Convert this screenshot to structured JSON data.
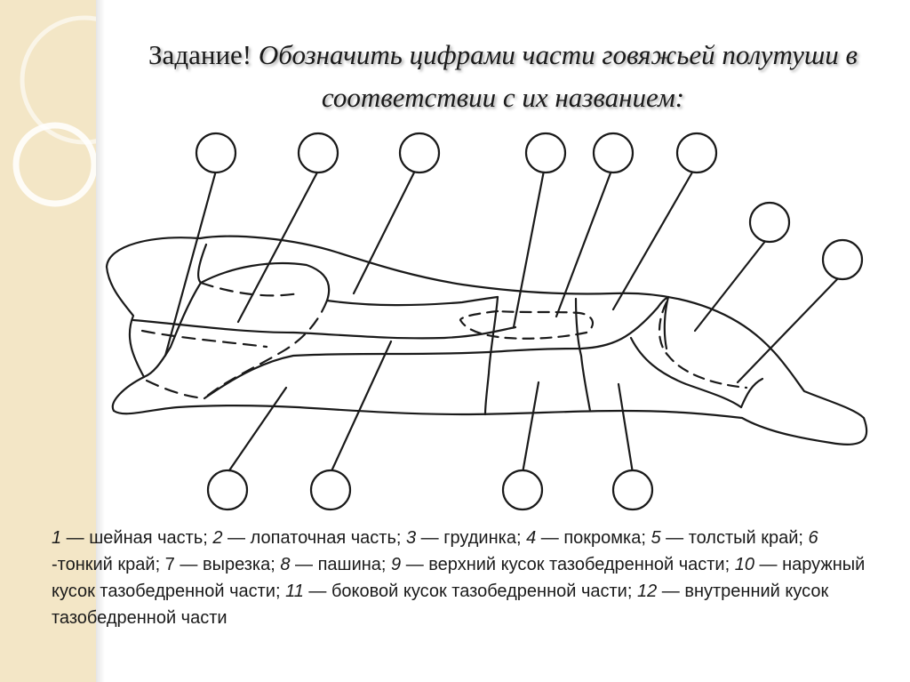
{
  "title": {
    "label": "Задание!",
    "text": "Обозначить цифрами  части говяжьей полутуши в соответствии с их названием:"
  },
  "legend": [
    {
      "num": "1",
      "name": " — шейная часть; "
    },
    {
      "num": "2",
      "name": " — лопаточная часть; "
    },
    {
      "num": "3",
      "name": " — грудинка; "
    },
    {
      "num": "4",
      "name": " — покромка; "
    },
    {
      "num": "5",
      "name": " — толстый край;  "
    },
    {
      "num": "6",
      "name": " -тонкий край; "
    },
    {
      "num": "7",
      "name": " — вырезка; "
    },
    {
      "num": "8",
      "name": " — пашина; "
    },
    {
      "num": "9",
      "name": " — верхний кусок тазобедренной части; "
    },
    {
      "num": "10",
      "name": " — наружный кусок тазобедренной части; "
    },
    {
      "num": "11",
      "name": " — боковой кусок тазобедренной части; "
    },
    {
      "num": "12",
      "name": " — внутренний кусок тазобедренной части"
    }
  ],
  "colors": {
    "band": "#f3e6c6",
    "line": "#1a1a1a"
  }
}
